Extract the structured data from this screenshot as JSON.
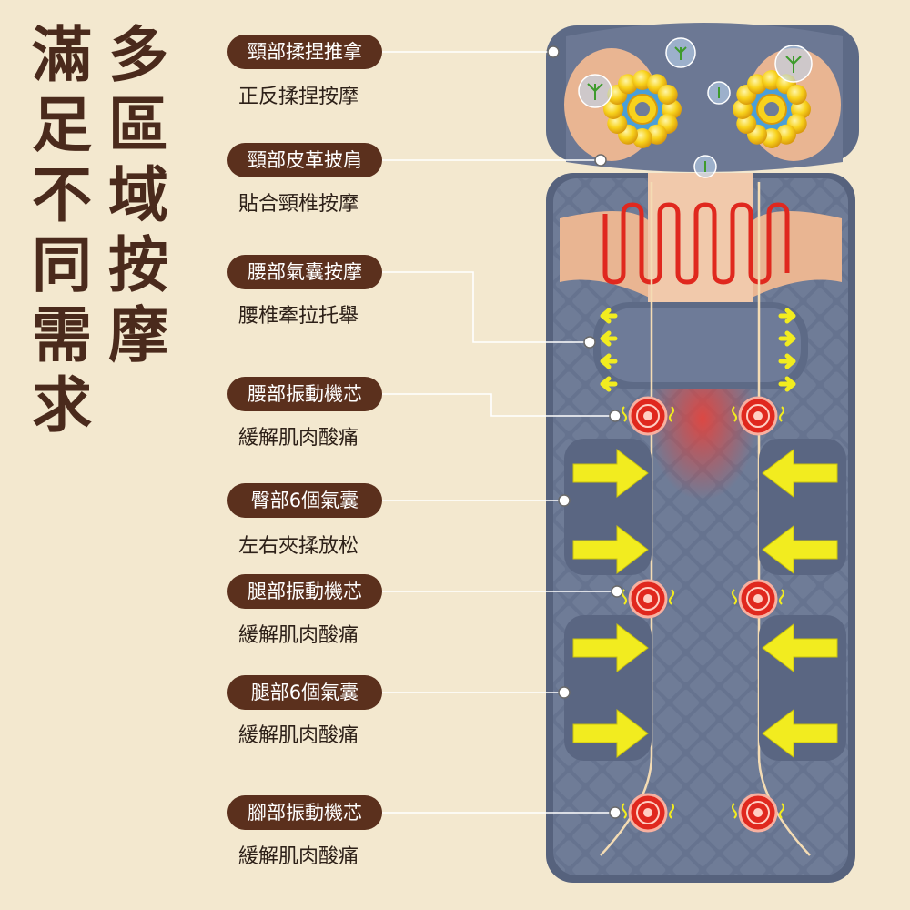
{
  "headline": {
    "column1": [
      "滿",
      "足",
      "不",
      "同",
      "需",
      "求"
    ],
    "column2": [
      "多",
      "區",
      "域",
      "按",
      "摩"
    ]
  },
  "features": [
    {
      "label": "頸部揉捏推拿",
      "desc": "正反揉捏按摩"
    },
    {
      "label": "頸部皮革披肩",
      "desc": "貼合頸椎按摩"
    },
    {
      "label": "腰部氣囊按摩",
      "desc": "腰椎牽拉托舉"
    },
    {
      "label": "腰部振動機芯",
      "desc": "緩解肌肉酸痛"
    },
    {
      "label": "臀部6個氣囊",
      "desc": "左右夾揉放松"
    },
    {
      "label": "腿部振動機芯",
      "desc": "緩解肌肉酸痛"
    },
    {
      "label": "腿部6個氣囊",
      "desc": "緩解肌肉酸痛"
    },
    {
      "label": "腳部振動機芯",
      "desc": "緩解肌肉酸痛"
    }
  ],
  "colors": {
    "background": "#f3e8cf",
    "headline": "#4a2a1c",
    "badge": "#5b301d",
    "mat": "#66738f",
    "accent_peach": "#e9b592",
    "arrow_yellow": "#f2ec1f",
    "vibration_red": "#e0281e"
  }
}
